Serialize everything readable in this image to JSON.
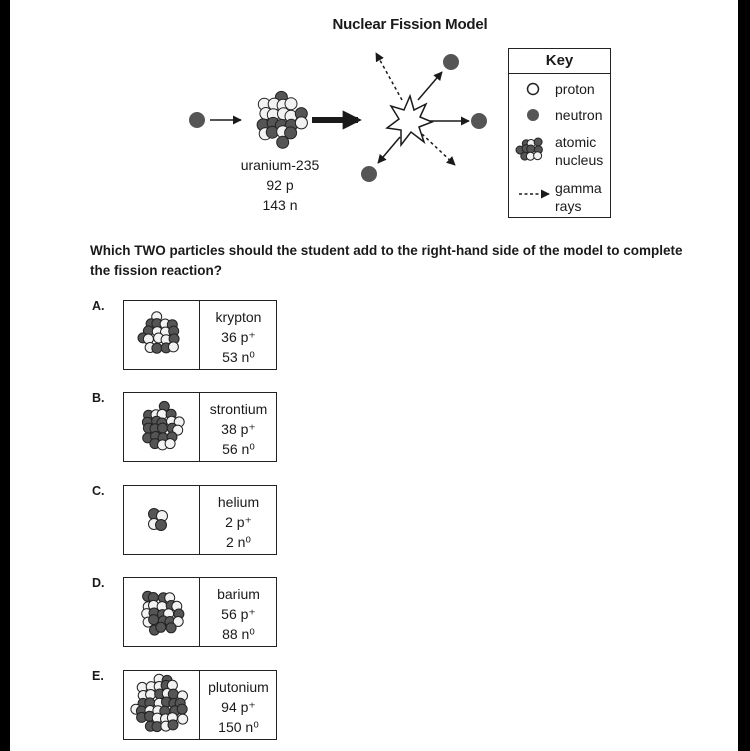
{
  "diagram": {
    "title": "Nuclear Fission Model",
    "nucleus_label": [
      "uranium-235",
      "92 p",
      "143 n"
    ]
  },
  "key": {
    "title": "Key",
    "items": [
      {
        "icon": "proton-icon",
        "label": "proton"
      },
      {
        "icon": "neutron-icon",
        "label": "neutron"
      },
      {
        "icon": "atomic-nucleus-icon",
        "label": "atomic\nnucleus"
      },
      {
        "icon": "gamma-ray-arrow-icon",
        "label": "gamma\nrays"
      }
    ]
  },
  "question": "Which TWO particles should the student add to the right-hand side of the model to complete the fission reaction?",
  "options": [
    {
      "letter": "A.",
      "name": "krypton",
      "protons": "36 p⁺",
      "neutrons": "53 n⁰"
    },
    {
      "letter": "B.",
      "name": "strontium",
      "protons": "38 p⁺",
      "neutrons": "56 n⁰"
    },
    {
      "letter": "C.",
      "name": "helium",
      "protons": "2 p⁺",
      "neutrons": "2 n⁰"
    },
    {
      "letter": "D.",
      "name": "barium",
      "protons": "56 p⁺",
      "neutrons": "88 n⁰"
    },
    {
      "letter": "E.",
      "name": "plutonium",
      "protons": "94 p⁺",
      "neutrons": "150 n⁰"
    }
  ],
  "colors": {
    "neutron": "#555555",
    "proton": "#f2f2f2",
    "ink": "#1a1a1a",
    "frame": "#000000"
  }
}
